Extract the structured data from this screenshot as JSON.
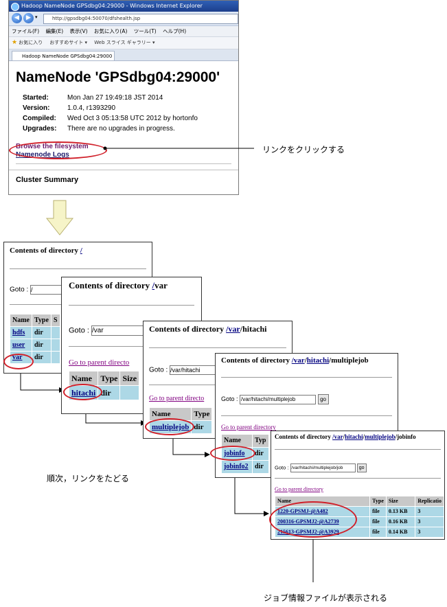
{
  "ie": {
    "window_title": "Hadoop NameNode GPSdbg04:29000 - Windows Internet Explorer",
    "address": "http://gpsdbg04:50070/dfshealth.jsp",
    "menu": [
      "ファイル(F)",
      "編集(E)",
      "表示(V)",
      "お気に入り(A)",
      "ツール(T)",
      "ヘルプ(H)"
    ],
    "favorites": "お気に入り",
    "fav_items": [
      "おすすめサイト ▾",
      "Web スライス ギャラリー ▾"
    ],
    "tab": "Hadoop NameNode GPSdbg04:29000",
    "heading": "NameNode 'GPSdbg04:29000'",
    "info": [
      {
        "k": "Started:",
        "v": "Mon Jan 27 19:49:18 JST 2014"
      },
      {
        "k": "Version:",
        "v": "1.0.4, r1393290"
      },
      {
        "k": "Compiled:",
        "v": "Wed Oct 3 05:13:58 UTC 2012 by hortonfo"
      },
      {
        "k": "Upgrades:",
        "v": "There are no upgrades in progress."
      }
    ],
    "browse_link": "Browse the filesystem",
    "logs_link": "Namenode Logs",
    "cluster_summary": "Cluster Summary"
  },
  "annotations": {
    "click_link": "リンクをクリックする",
    "follow_links": "順次，リンクをたどる",
    "job_file_shown": "ジョブ情報ファイルが表示される"
  },
  "panel1": {
    "title_prefix": "Contents of directory ",
    "crumbs": [
      "/"
    ],
    "goto_label": "Goto :",
    "goto_value": "/",
    "headers": [
      "Name",
      "Type",
      "S"
    ],
    "rows": [
      [
        "hdfs",
        "dir"
      ],
      [
        "user",
        "dir"
      ],
      [
        "var",
        "dir"
      ]
    ]
  },
  "panel2": {
    "title_prefix": "Contents of directory ",
    "crumbs": [
      "/",
      "var"
    ],
    "goto_label": "Goto :",
    "goto_value": "/var",
    "parent": "Go to parent directo",
    "headers": [
      "Name",
      "Type",
      "Size"
    ],
    "rows": [
      [
        "hitachi",
        "dir"
      ]
    ]
  },
  "panel3": {
    "title_prefix": "Contents of directory ",
    "crumbs": [
      "/var",
      "/",
      "hitachi"
    ],
    "goto_label": "Goto :",
    "goto_value": "/var/hitachi",
    "parent": "Go to parent directo",
    "headers": [
      "Name",
      "Type"
    ],
    "rows": [
      [
        "multiplejob",
        "dir"
      ]
    ]
  },
  "panel4": {
    "title_prefix": "Contents of directory ",
    "crumbs": [
      "/var",
      "/",
      "hitachi",
      "/",
      "multiplejob"
    ],
    "goto_label": "Goto :",
    "goto_value": "/var/hitachi/multiplejob",
    "go": "go",
    "parent": "Go to parent directory",
    "headers": [
      "Name",
      "Typ"
    ],
    "rows": [
      [
        "jobinfo",
        "dir"
      ],
      [
        "jobinfo2",
        "dir"
      ]
    ]
  },
  "panel5": {
    "title_prefix": "Contents of directory ",
    "crumbs": [
      "/var",
      "/",
      "hitachi",
      "/",
      "multiplejob",
      "/",
      "jobinfo"
    ],
    "goto_label": "Goto :",
    "goto_value": "/var/hitachi/multiplejob/job",
    "go": "go",
    "parent": "Go to parent directory",
    "headers": [
      "Name",
      "Type",
      "Size",
      "Replicatio"
    ],
    "rows": [
      [
        "1220-GPSMJ-@A482",
        "file",
        "0.13 KB",
        "3"
      ],
      [
        "200316-GPSMJ2-@A2739",
        "file",
        "0.16 KB",
        "3"
      ],
      [
        "215613-GPSMJ2-@A3929",
        "file",
        "0.14 KB",
        "3"
      ]
    ]
  }
}
